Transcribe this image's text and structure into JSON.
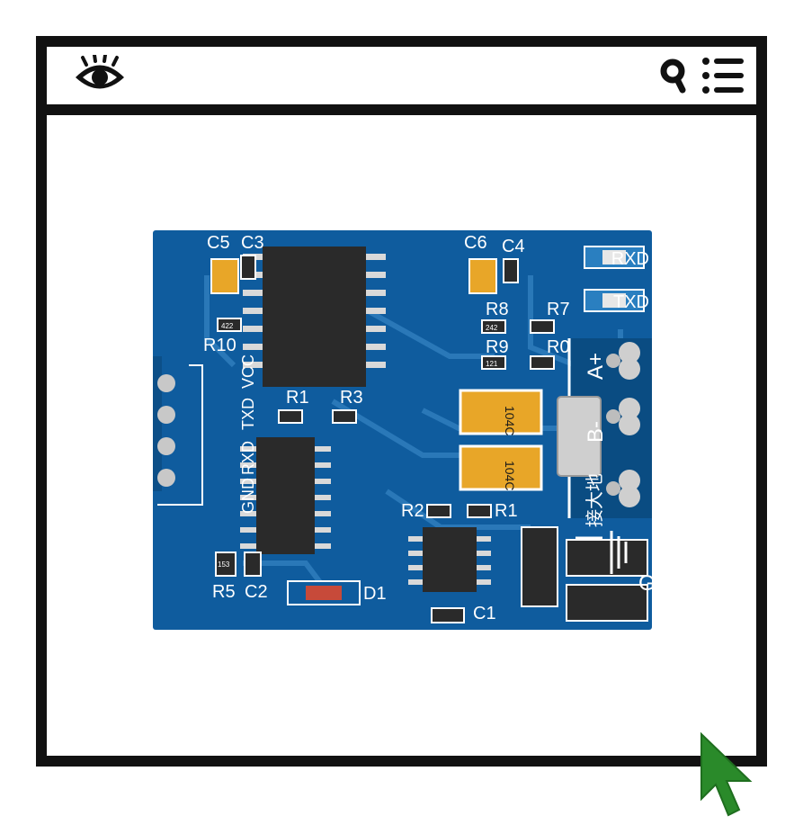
{
  "toolbar": {
    "icons": {
      "view": "eye-icon",
      "search": "search-icon",
      "menu": "list-menu-icon"
    }
  },
  "board": {
    "colors": {
      "pcb": "#0f5c9e",
      "trace": "#2a78b8",
      "ic": "#2a2a2a",
      "pad": "#d9d9d9",
      "tantalum": "#e8a628"
    },
    "labels": {
      "c5": "C5",
      "c3": "C3",
      "c6": "C6",
      "c4": "C4",
      "rxd_led": "RXD",
      "txd_led": "TXD",
      "r8": "R8",
      "r7": "R7",
      "r9": "R9",
      "r0": "R0",
      "r10": "R10",
      "r1_top": "R1",
      "r3": "R3",
      "r2": "R2",
      "r1": "R1",
      "r5": "R5",
      "c2": "C2",
      "c1": "C1",
      "d1": "D1",
      "vcc": "VCC",
      "txd_pin": "TXD",
      "rxd_pin": "RXD",
      "gnd": "GND",
      "a_plus": "A+",
      "b_minus": "B-",
      "ground_cn": "接大地",
      "g": "G",
      "cap_code_1": "104C",
      "cap_code_2": "104C",
      "res_422": "422",
      "res_242": "242",
      "res_121": "121",
      "res_153": "153"
    }
  },
  "cursor": {
    "icon": "arrow-cursor-icon",
    "color": "#2a8a2a"
  }
}
